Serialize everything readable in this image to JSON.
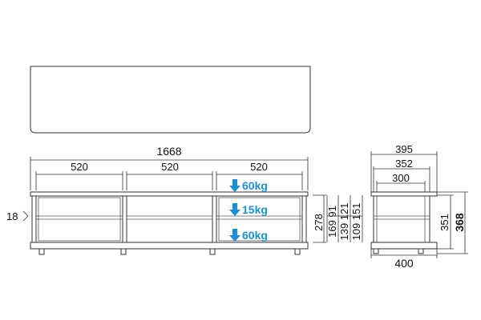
{
  "dimensions": {
    "total_width": "1668",
    "section_1": "520",
    "section_2": "520",
    "section_3": "520",
    "plinth": "18",
    "side_height_278": "278",
    "shelf_heights_col1": "169 91",
    "shelf_heights_col2": "139 121",
    "shelf_heights_col3": "109 151",
    "side_depth_395": "395",
    "side_depth_352": "352",
    "side_depth_300": "300",
    "side_height_351": "351",
    "side_height_368": "368",
    "side_base_depth": "400"
  },
  "loads": {
    "top": "60kg",
    "middle": "15kg",
    "bottom": "60kg"
  },
  "colors": {
    "line": "#333333",
    "load_blue": "#1a8fd6"
  },
  "icons": {
    "load_arrow": "arrow-down-icon",
    "plinth_marker": "chevron-right-icon"
  }
}
